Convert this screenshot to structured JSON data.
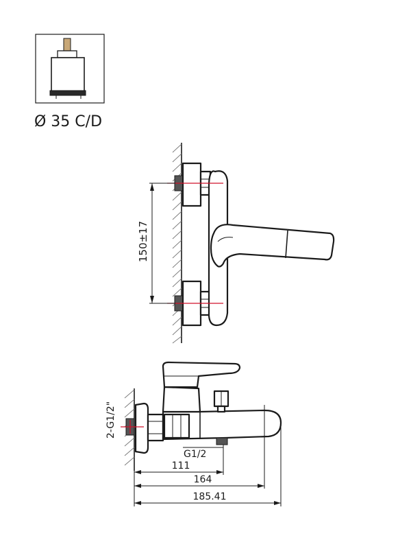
{
  "cartridge": {
    "label": "Ø 35 C/D",
    "thumb_color": "#c8a878",
    "body_color": "#ffffff"
  },
  "front_view": {
    "vertical_dimension": "150±17"
  },
  "side_view": {
    "inlet_label": "2-G1/2\"",
    "outlet_label": "G1/2",
    "dimensions": [
      "111",
      "164",
      "185.41"
    ]
  },
  "colors": {
    "outline": "#1a1a1a",
    "center_line": "#d0102a",
    "hatch": "#777777",
    "thread": "#444444"
  }
}
